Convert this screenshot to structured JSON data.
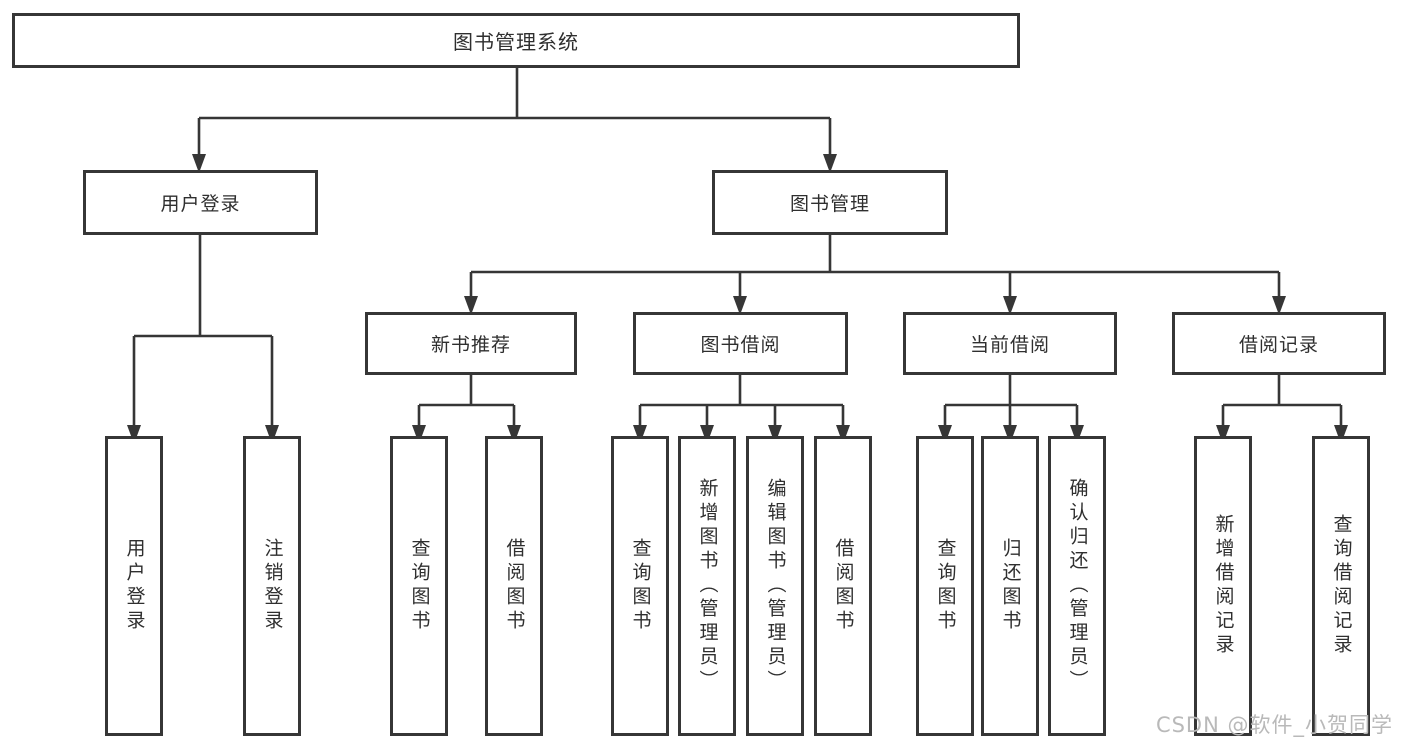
{
  "colors": {
    "line": "#363636",
    "text": "#2f2f2f",
    "box_fill": "#ffffff",
    "watermark": "#b9b9b9"
  },
  "watermark": "CSDN @软件_小贺同学",
  "nodes": {
    "root": "图书管理系统",
    "level2": {
      "user_login": "用户登录",
      "book_mgmt": "图书管理"
    },
    "level3": {
      "new_books": "新书推荐",
      "book_borrow": "图书借阅",
      "current_borrow": "当前借阅",
      "borrow_records": "借阅记录"
    },
    "leaves": {
      "user_login": [
        "用户登录",
        "注销登录"
      ],
      "new_books": [
        "查询图书",
        "借阅图书"
      ],
      "book_borrow": [
        "查询图书",
        "新增图书（管理员）",
        "编辑图书（管理员）",
        "借阅图书"
      ],
      "current_borrow": [
        "查询图书",
        "归还图书",
        "确认归还（管理员）"
      ],
      "borrow_records": [
        "新增借阅记录",
        "查询借阅记录"
      ]
    }
  },
  "chart_data": {
    "type": "table",
    "title": "图书管理系统功能结构图",
    "tree": {
      "label": "图书管理系统",
      "children": [
        {
          "label": "用户登录",
          "children": [
            "用户登录",
            "注销登录"
          ]
        },
        {
          "label": "图书管理",
          "children": [
            {
              "label": "新书推荐",
              "children": [
                "查询图书",
                "借阅图书"
              ]
            },
            {
              "label": "图书借阅",
              "children": [
                "查询图书",
                "新增图书（管理员）",
                "编辑图书（管理员）",
                "借阅图书"
              ]
            },
            {
              "label": "当前借阅",
              "children": [
                "查询图书",
                "归还图书",
                "确认归还（管理员）"
              ]
            },
            {
              "label": "借阅记录",
              "children": [
                "新增借阅记录",
                "查询借阅记录"
              ]
            }
          ]
        }
      ]
    }
  }
}
